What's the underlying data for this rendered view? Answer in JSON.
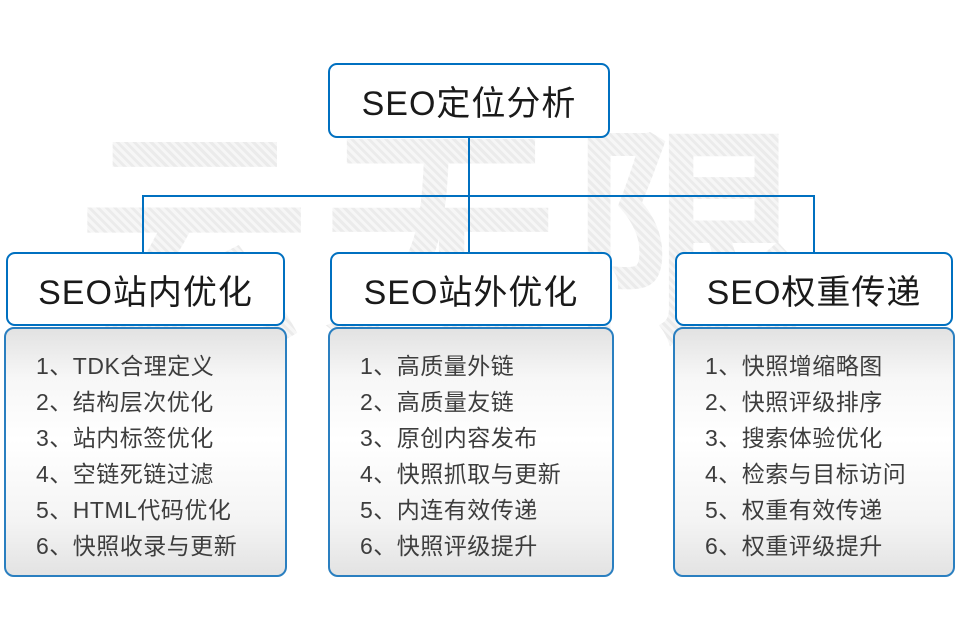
{
  "diagram": {
    "watermark": "云无限",
    "colors": {
      "line_and_border": "#0070c0",
      "panel_border": "#2a7fc0",
      "header_text": "#1a1a1a",
      "item_text": "#3d3d3d",
      "watermark_gray": "#ebebeb"
    },
    "root": {
      "label": "SEO定位分析"
    },
    "branches": [
      {
        "label": "SEO站内优化",
        "items": [
          "1、TDK合理定义",
          "2、结构层次优化",
          "3、站内标签优化",
          "4、空链死链过滤",
          "5、HTML代码优化",
          "6、快照收录与更新"
        ]
      },
      {
        "label": "SEO站外优化",
        "items": [
          "1、高质量外链",
          "2、高质量友链",
          "3、原创内容发布",
          "4、快照抓取与更新",
          "5、内连有效传递",
          "6、快照评级提升"
        ]
      },
      {
        "label": "SEO权重传递",
        "items": [
          "1、快照增缩略图",
          "2、快照评级排序",
          "3、搜索体验优化",
          "4、检索与目标访问",
          "5、权重有效传递",
          "6、权重评级提升"
        ]
      }
    ]
  }
}
